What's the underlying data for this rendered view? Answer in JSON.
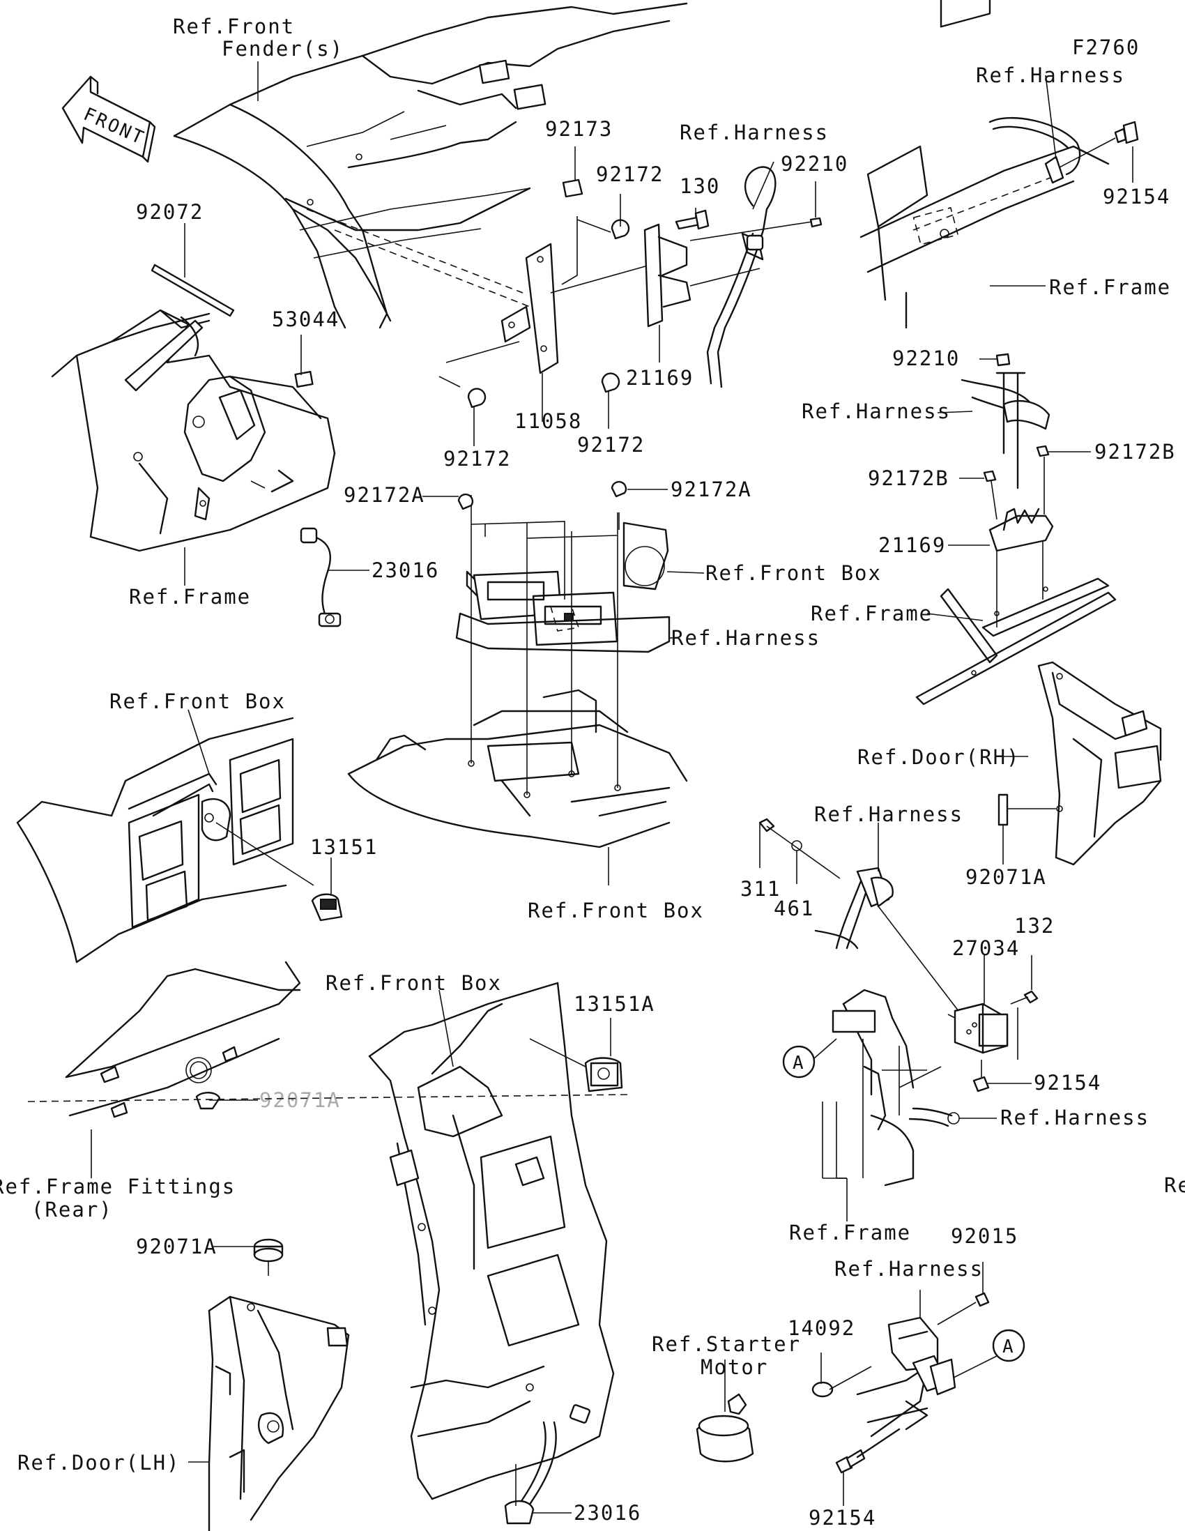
{
  "figure_code": "F2760",
  "front_arrow": "FRONT",
  "labels": {
    "ref_front_fender_1": "Ref.Front",
    "ref_front_fender_2": "Fender(s)",
    "p92072": "92072",
    "p53044": "53044",
    "ref_frame_left": "Ref.Frame",
    "p23016_top": "23016",
    "p92173": "92173",
    "p92172_a": "92172",
    "p92172_b": "92172",
    "p92172_c": "92172",
    "p11058": "11058",
    "p130": "130",
    "ref_harness_top": "Ref.Harness",
    "p92210_top": "92210",
    "p21169_top": "21169",
    "ref_harness_tr": "Ref.Harness",
    "p92154_tr": "92154",
    "ref_frame_tr": "Ref.Frame",
    "p92210_mid": "92210",
    "ref_harness_mid": "Ref.Harness",
    "p92172B_r": "92172B",
    "p92172B_l": "92172B",
    "p21169_mid": "21169",
    "ref_frame_mid": "Ref.Frame",
    "p92172A_l": "92172A",
    "p92172A_r": "92172A",
    "ref_front_box_1": "Ref.Front Box",
    "ref_harness_center": "Ref.Harness",
    "ref_front_box_left": "Ref.Front Box",
    "p13151": "13151",
    "ref_front_box_center": "Ref.Front Box",
    "ref_door_rh": "Ref.Door(RH)",
    "p92071A_r": "92071A",
    "ref_harness_relay": "Ref.Harness",
    "p311": "311",
    "p461": "461",
    "p27034": "27034",
    "p132": "132",
    "p92154_mid": "92154",
    "ref_harness_lower": "Ref.Harness",
    "ref_frame_lower": "Ref.Frame",
    "ref_front_box_lower": "Ref.Front Box",
    "p13151A": "13151A",
    "p92071_clipped": "92071A",
    "ref_frame_fittings_1": "Ref.Frame Fittings",
    "ref_frame_fittings_2": "(Rear)",
    "ref_right_clipped": "Re",
    "p92071A_l": "92071A",
    "ref_door_lh": "Ref.Door(LH)",
    "p23016_bottom": "23016",
    "p92015": "92015",
    "ref_harness_bottom": "Ref.Harness",
    "ref_starter_1": "Ref.Starter",
    "ref_starter_2": "Motor",
    "p14092": "14092",
    "p92154_bottom": "92154",
    "callout_a_1": "A",
    "callout_a_2": "A"
  }
}
